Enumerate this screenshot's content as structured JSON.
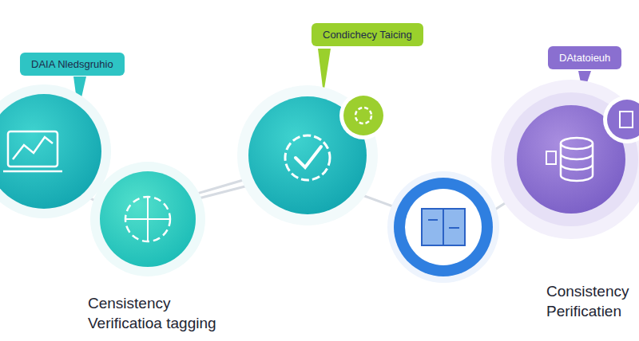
{
  "diagram": {
    "nodes": [
      {
        "text": [
          "DAIA Nledsgruhio"
        ]
      },
      {
        "text": [
          "Condichecy Taicing"
        ]
      },
      {
        "text": [
          "DAtatoieuh"
        ]
      }
    ],
    "labels": [
      "Censistency",
      "Verificatioa tagging",
      "Consistency",
      "Perificatien"
    ]
  }
}
